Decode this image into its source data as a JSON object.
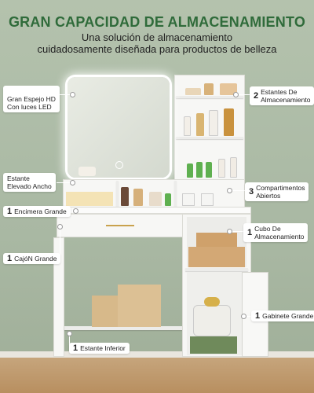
{
  "headline": {
    "title": "GRAN CAPACIDAD DE ALMACENAMIENTO",
    "subtitle_line1": "Una solución de almacenamiento",
    "subtitle_line2": "cuidadosamente diseñada para productos de belleza"
  },
  "features": [
    {
      "number": "",
      "line1": "Gran Espejo HD",
      "line2": "Con luces LED"
    },
    {
      "number": "2",
      "line1": "Estantes De",
      "line2": "Almacenamiento"
    },
    {
      "number": "",
      "line1": "Estante",
      "line2": "Elevado Ancho"
    },
    {
      "number": "3",
      "line1": "Compartimentos",
      "line2": "Abiertos"
    },
    {
      "number": "1",
      "line1": "Encimera Grande",
      "line2": ""
    },
    {
      "number": "1",
      "line1": "Cubo De",
      "line2": "Almacenamiento"
    },
    {
      "number": "1",
      "line1": "CajóN Grande",
      "line2": ""
    },
    {
      "number": "1",
      "line1": "Gabinete Grande",
      "line2": ""
    },
    {
      "number": "1",
      "line1": "Estante Inferior",
      "line2": ""
    }
  ],
  "colors": {
    "accent": "#2f6b3a",
    "wall": "#b4c2ad",
    "furniture": "#f7f7f5",
    "floor": "#c6a57c"
  }
}
